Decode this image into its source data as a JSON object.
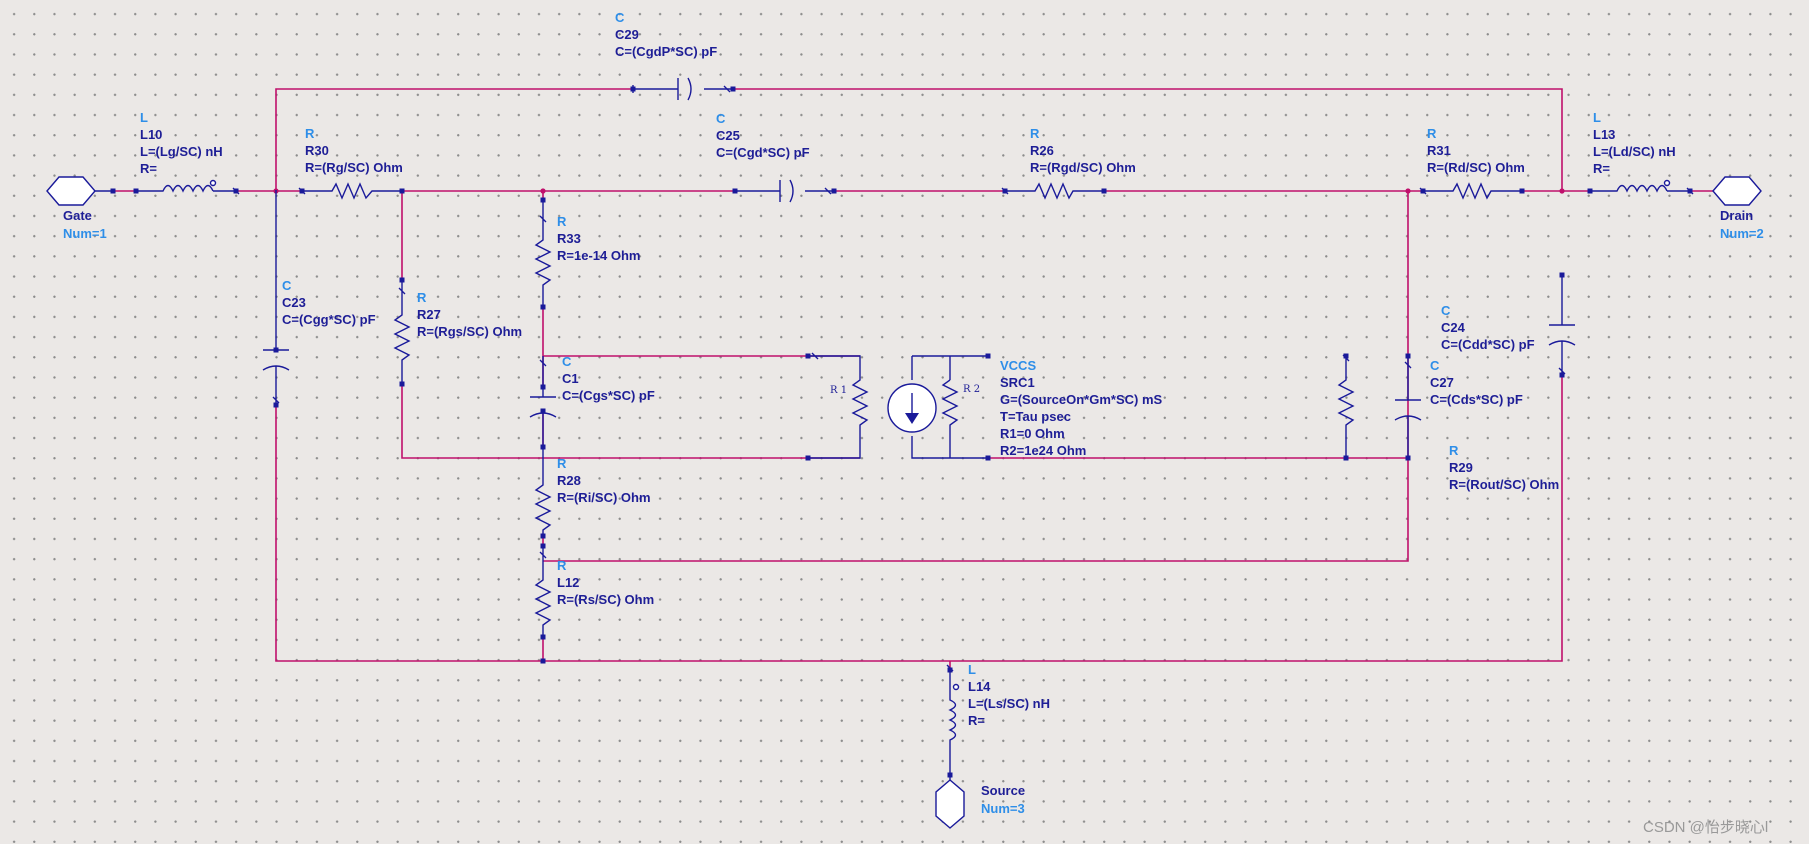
{
  "ports": [
    {
      "key": "gate",
      "name": "Gate",
      "num": "Num=1"
    },
    {
      "key": "drain",
      "name": "Drain",
      "num": "Num=2"
    },
    {
      "key": "source",
      "name": "Source",
      "num": "Num=3"
    }
  ],
  "components": [
    {
      "key": "c29",
      "type": "C",
      "name": "C29",
      "params": [
        "C=(CgdP*SC) pF"
      ]
    },
    {
      "key": "l10",
      "type": "L",
      "name": "L10",
      "params": [
        "L=(Lg/SC) nH",
        "R="
      ]
    },
    {
      "key": "r30",
      "type": "R",
      "name": "R30",
      "params": [
        "R=(Rg/SC) Ohm"
      ]
    },
    {
      "key": "c25",
      "type": "C",
      "name": "C25",
      "params": [
        "C=(Cgd*SC) pF"
      ]
    },
    {
      "key": "r26",
      "type": "R",
      "name": "R26",
      "params": [
        "R=(Rgd/SC) Ohm"
      ]
    },
    {
      "key": "r31",
      "type": "R",
      "name": "R31",
      "params": [
        "R=(Rd/SC) Ohm"
      ]
    },
    {
      "key": "l13",
      "type": "L",
      "name": "L13",
      "params": [
        "L=(Ld/SC) nH",
        "R="
      ]
    },
    {
      "key": "r33",
      "type": "R",
      "name": "R33",
      "params": [
        "R=1e-14 Ohm"
      ]
    },
    {
      "key": "c23",
      "type": "C",
      "name": "C23",
      "params": [
        "C=(Cgg*SC) pF"
      ]
    },
    {
      "key": "r27",
      "type": "R",
      "name": "R27",
      "params": [
        "R=(Rgs/SC) Ohm"
      ]
    },
    {
      "key": "c1",
      "type": "C",
      "name": "C1",
      "params": [
        "C=(Cgs*SC) pF"
      ]
    },
    {
      "key": "src1",
      "type": "VCCS",
      "name": "SRC1",
      "params": [
        "G=(SourceOn*Gm*SC) mS",
        "T=Tau psec",
        "R1=0 Ohm",
        "R2=1e24 Ohm"
      ]
    },
    {
      "key": "c24",
      "type": "C",
      "name": "C24",
      "params": [
        "C=(Cdd*SC) pF"
      ]
    },
    {
      "key": "c27",
      "type": "C",
      "name": "C27",
      "params": [
        "C=(Cds*SC) pF"
      ]
    },
    {
      "key": "r29",
      "type": "R",
      "name": "R29",
      "params": [
        "R=(Rout/SC) Ohm"
      ]
    },
    {
      "key": "r28",
      "type": "R",
      "name": "R28",
      "params": [
        "R=(Ri/SC) Ohm"
      ]
    },
    {
      "key": "l12",
      "type": "R",
      "name": "L12",
      "params": [
        "R=(Rs/SC) Ohm"
      ]
    },
    {
      "key": "l14",
      "type": "L",
      "name": "L14",
      "params": [
        "L=(Ls/SC) nH",
        "R="
      ]
    }
  ],
  "symbols": {
    "r1": "R 1",
    "r2": "R 2"
  },
  "watermark": "CSDN @怡步晓心l",
  "colors": {
    "wire": "#c0106c",
    "component": "#1a1a9a",
    "type_label": "#2e8ee8",
    "name_label": "#1e1e96",
    "background": "#ebe8e6"
  }
}
